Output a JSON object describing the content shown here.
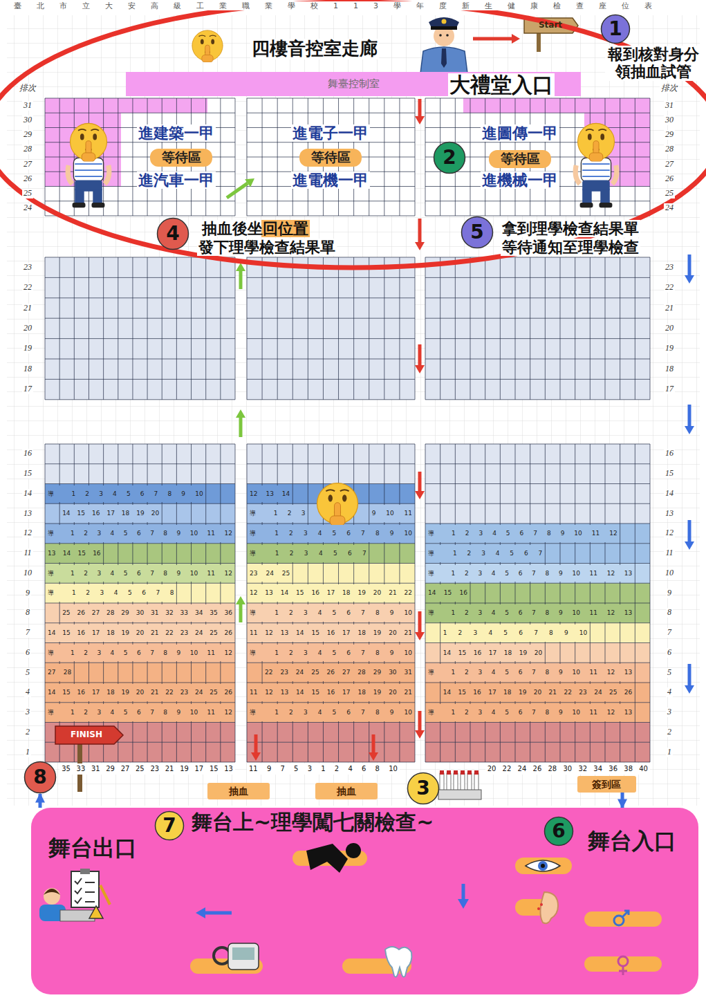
{
  "diagram": {
    "title": "臺北市立大安高級工業職業學校113學年度新生健康檢查座位表",
    "nodes": [
      {
        "text": [
          "1"
        ]
      },
      {
        "text": [
          "舞臺控制室"
        ]
      },
      {
        "text": [
          "等待區"
        ]
      },
      {
        "text": [
          "等待區"
        ]
      },
      {
        "text": [
          "2"
        ]
      },
      {
        "text": [
          "等待區"
        ]
      },
      {
        "text": [
          "4"
        ]
      },
      {
        "text": [
          "5"
        ]
      },
      {
        "text": [
          "8"
        ]
      },
      {
        "text": [
          "抽血"
        ]
      },
      {
        "text": [
          "抽血"
        ]
      },
      {
        "text": [
          "3"
        ]
      },
      {
        "text": [
          "簽到區"
        ]
      },
      {
        "text": [
          "舞台上~理學闖七關檢查~",
          "舞台入口",
          "舞台出口"
        ]
      },
      {
        "text": [
          "7"
        ],
        "in": 13
      },
      {
        "text": [
          "6"
        ],
        "in": 13
      }
    ],
    "edges": [
      {
        "from": 12,
        "to": 13,
        "arrow": "to"
      },
      {
        "from": 13,
        "to": 8,
        "arrow": "to"
      }
    ],
    "labels": [
      "四樓音控室走廊",
      "Start",
      "報到核對身分 領抽血試管",
      "排次",
      "排次",
      "大禮堂入口",
      "進建築一甲",
      "進電子一甲",
      "進圖傳一甲",
      "進汽車一甲",
      "進電機一甲",
      "進機械一甲",
      "抽血後坐回位置",
      "發下理學檢查結果單",
      "拿到理學檢查結果單",
      "等待通知至理學檢查",
      "FINISH",
      "35 33 31 29 27 25 23 21 19 17 15 13",
      "11 9 7 5 3 1 2 4 6 8 10",
      "20 22 24 26 28 30 32 34 36 38 40",
      "31",
      "31",
      "30",
      "30",
      "29",
      "29",
      "28",
      "28",
      "27",
      "27",
      "26",
      "26",
      "25",
      "25",
      "24",
      "24",
      "23",
      "23",
      "22",
      "22",
      "21",
      "21",
      "20",
      "20",
      "19",
      "19",
      "18",
      "18",
      "17",
      "17",
      "16",
      "16",
      "15",
      "15",
      "14",
      "14",
      "13",
      "13",
      "12",
      "12",
      "11",
      "11",
      "10",
      "10",
      "9",
      "9",
      "8",
      "8",
      "7",
      "7",
      "6",
      "6",
      "5",
      "5",
      "4",
      "4",
      "3",
      "3",
      "2",
      "2",
      "1",
      "1",
      "導 1 2 3 4 5 6 7 8 9 10",
      "12 13 14",
      "14 15 16 17 18 19 20",
      "導 1 2 3",
      "9 10 11",
      "導 1 2 3 4 5 6 7 8 9 10 11 12",
      "導 1 2 3 4 5 6 7 8 9 10",
      "導 1 2 3 4 5 6 7 8 9 10 11 12",
      "13 14 15 16",
      "導 1 2 3 4 5 6 7",
      "導 1 2 3 4 5 6 7",
      "導 1 2 3 4 5 6 7 8 9 10 11 12",
      "23 24 25",
      "導 1 2 3 4 5 6 7 8 9 10 11 12 13",
      "導 1 2 3 4 5 6 7 8",
      "12 13 14 15 16 17 18 19 20 21 22",
      "14 15 16",
      "25 26 27 28 29 30 31 32 33 34 35 36",
      "導 1 2 3 4 5 6 7 8 9 10",
      "導 1 2 3 4 5 6 7 8 9 10 11 12 13",
      "14 15 16 17 18 19 20 21 22 23 24 25 26",
      "11 12 13 14 15 16 17 18 19 20 21",
      "1 2 3 4 5 6 7 8 9 10",
      "導 1 2 3 4 5 6 7 8 9 10 11 12",
      "導 1 2 3 4 5 6 7 8 9 10",
      "14 15 16 17 18 19 20",
      "27 28",
      "22 23 24 25 26 27 28 29 30 31",
      "導 1 2 3 4 5 6 7 8 9 10 11 12 13",
      "14 15 16 17 18 19 20 21 22 23 24 25 26",
      "11 12 13 14 15 16 17 18 19 20 21",
      "14 15 16 17 18 19 20 21 22 23 24 25 26",
      "導 1 2 3 4 5 6 7 8 9 10 11 12",
      "導 1 2 3 4 5 6 7 8 9 10",
      "導 1 2 3 4 5 6 7 8 9 10 11 12 13"
    ]
  }
}
